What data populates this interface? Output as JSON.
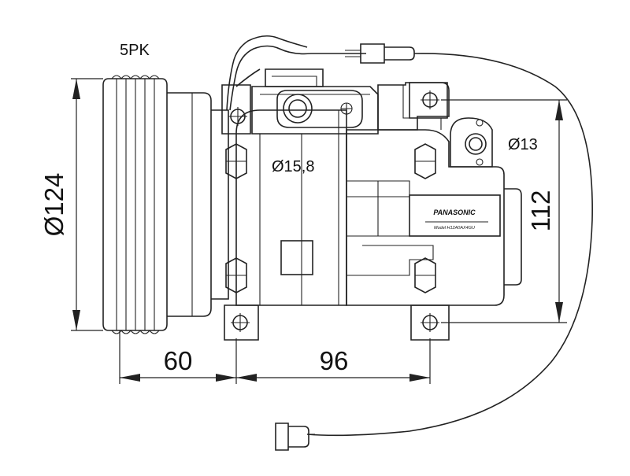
{
  "title": "",
  "belt_label": "5PK",
  "dimensions": {
    "pulley_diameter": "Ø124",
    "port_suction": "Ø15,8",
    "port_discharge": "Ø13",
    "mount_height": "112",
    "pulley_offset": "60",
    "mount_width": "96"
  },
  "nameplate": {
    "brand": "PANASONIC",
    "model": "Model H12A0AX4GU"
  },
  "colors": {
    "line": "#222222",
    "background": "#ffffff"
  }
}
